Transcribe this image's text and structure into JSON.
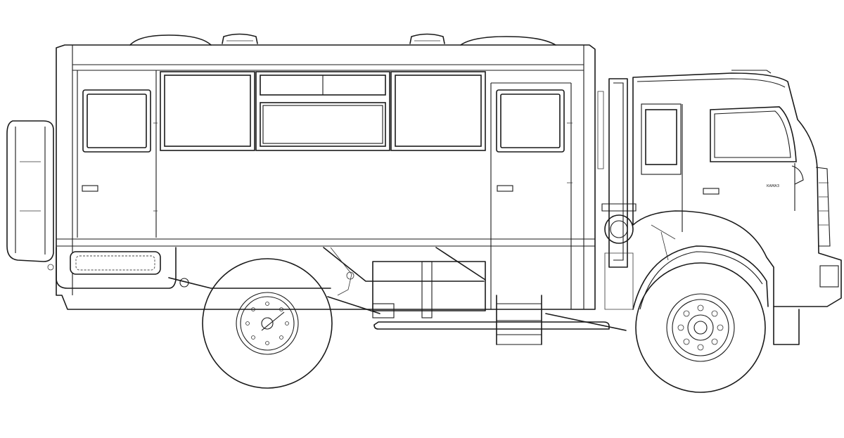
{
  "image": {
    "subject": "truck-with-passenger-body",
    "style": "line-drawing",
    "background_color": "#ffffff",
    "line_color": "#1a1a1a"
  },
  "cab_badge_text": "КАМАЗ"
}
